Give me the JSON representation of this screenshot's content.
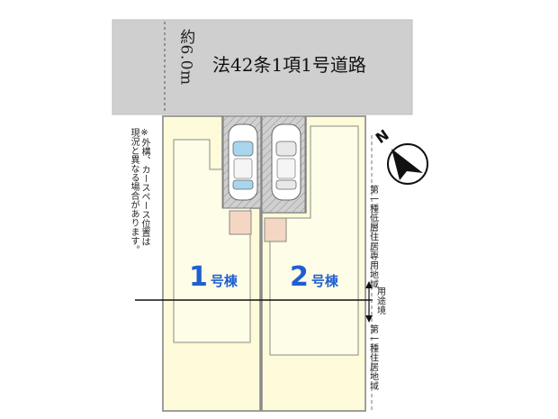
{
  "road": {
    "width_label": "約6.0m",
    "name_label": "法42条1項1号道路"
  },
  "note": {
    "line1": "※外構、カースペース位置は",
    "line2": "現況と異なる場合があります。",
    "line3": ""
  },
  "lots": [
    {
      "number": "1",
      "suffix": "号棟"
    },
    {
      "number": "2",
      "suffix": "号棟"
    }
  ],
  "zoning": {
    "upper": "第一種低層住居専用地域",
    "boundary": "用途境",
    "lower": "第一種住居地域"
  },
  "compass": {
    "label": "N"
  },
  "colors": {
    "road": "#cfcfcf",
    "lot_fill": "#fdfbd9",
    "lot_border": "#8a8a8a",
    "parking": "#c9c9c9",
    "lot_number": "#1f5fd0",
    "entrance": "#f4d7c3"
  }
}
